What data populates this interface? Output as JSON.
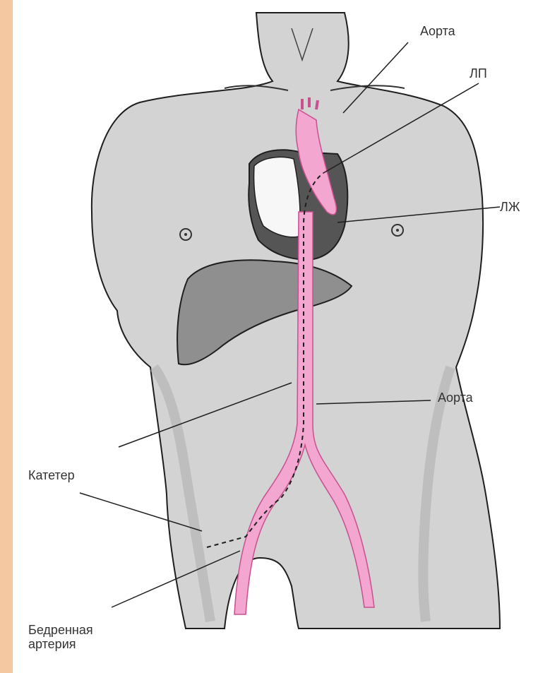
{
  "colors": {
    "page_background": "#f4c8a0",
    "panel_background": "#ffffff",
    "skin": "#d3d3d3",
    "skin_shade": "#bdbdbd",
    "outline": "#1e1e1e",
    "liver": "#8f8f8f",
    "heart_dark": "#555555",
    "heart_light": "#f7f7f7",
    "vessel": "#f3a6cf",
    "vessel_edge": "#c8508f",
    "label_text": "#333333"
  },
  "icons": {
    "figure": "torso-illustration",
    "heart": "heart-shape",
    "liver": "liver-shape"
  },
  "labels": {
    "aorta_top": "Аорта",
    "left_atrium": "ЛП",
    "left_ventricle": "ЛЖ",
    "aorta_bottom": "Аорта",
    "catheter": "Катетер",
    "femoral_artery_line1": "Бедренная",
    "femoral_artery_line2": "артерия"
  }
}
